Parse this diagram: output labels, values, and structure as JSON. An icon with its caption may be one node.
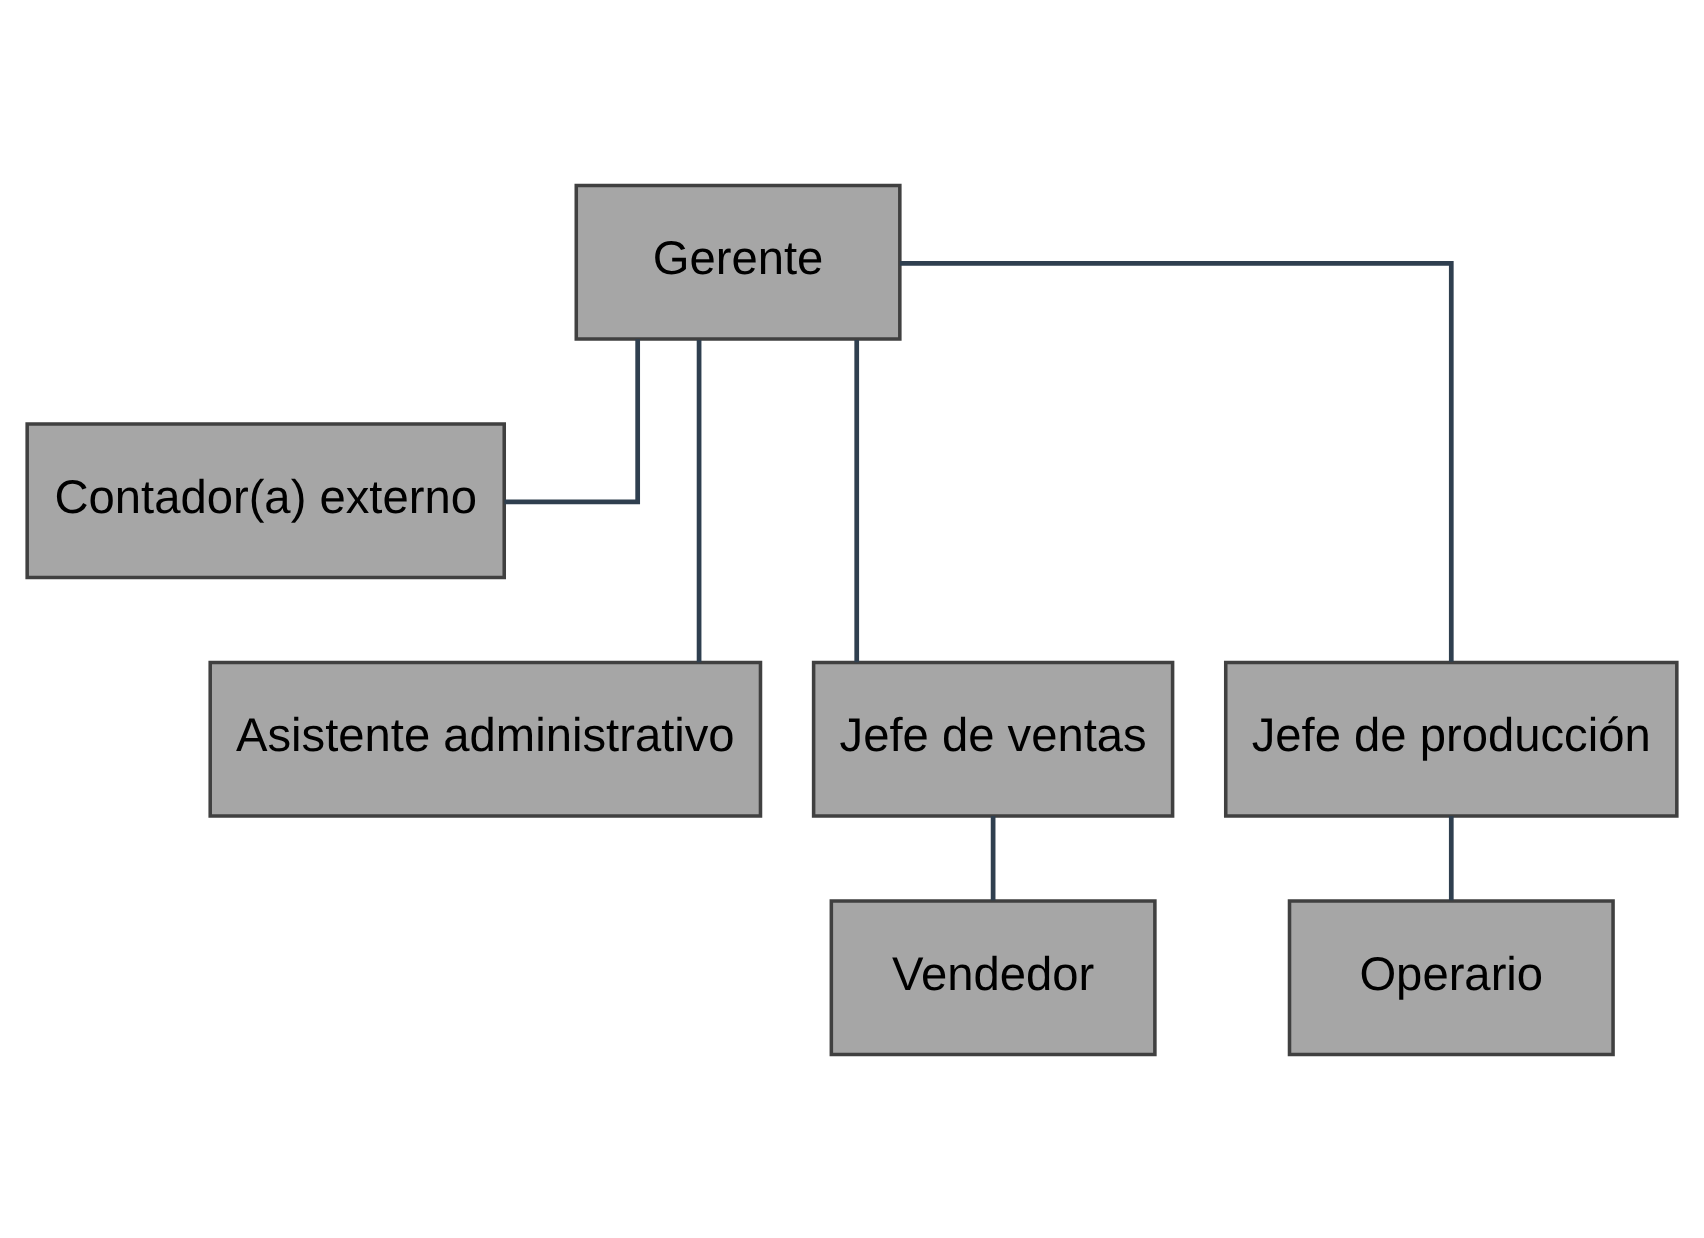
{
  "diagram": {
    "nodes": [
      {
        "text": [
          "Gerente"
        ]
      },
      {
        "text": [
          "Contador(a) externo"
        ]
      },
      {
        "text": [
          "Asistente administrativo"
        ]
      },
      {
        "text": [
          "Jefe de ventas"
        ]
      },
      {
        "text": [
          "Jefe de producción"
        ]
      },
      {
        "text": [
          "Vendedor"
        ]
      },
      {
        "text": [
          "Operario"
        ]
      }
    ],
    "edges": [
      {
        "from": 0,
        "to": 1,
        "arrow": "none"
      },
      {
        "from": 0,
        "to": 2,
        "arrow": "none"
      },
      {
        "from": 0,
        "to": 3,
        "arrow": "none"
      },
      {
        "from": 0,
        "to": 4,
        "arrow": "none"
      },
      {
        "from": 3,
        "to": 5,
        "arrow": "none"
      },
      {
        "from": 4,
        "to": 6,
        "arrow": "none"
      }
    ]
  }
}
